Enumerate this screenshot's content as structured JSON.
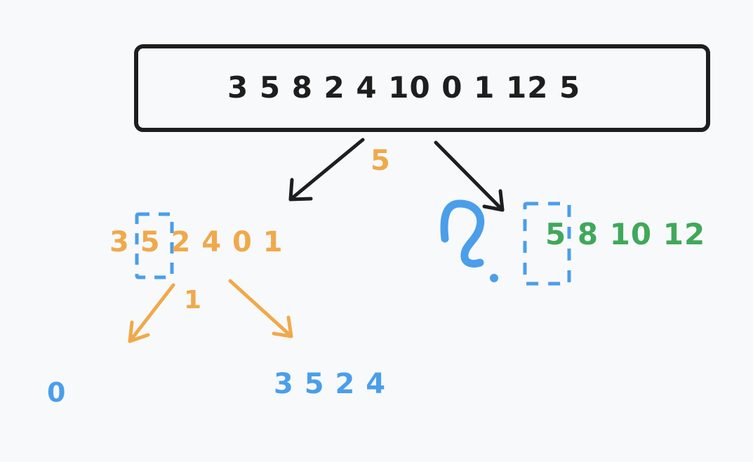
{
  "colors": {
    "ink": "#1e1e1e",
    "orange": "#f0a94a",
    "blue": "#4a9eea",
    "green": "#40a85a",
    "background": "#f8f9fb"
  },
  "root": {
    "array_text": "3 5 8 2 4 10 0 1 12 5",
    "pivot_text": "5"
  },
  "left_partition": {
    "array_text": "3 5 2 4 0 1",
    "pivot_text": "1",
    "children": [
      {
        "array_text": "0"
      },
      {
        "array_text": "3 5 2 4"
      }
    ]
  },
  "right_partition": {
    "array_text": "5 8 10 12",
    "question_mark": "?"
  }
}
